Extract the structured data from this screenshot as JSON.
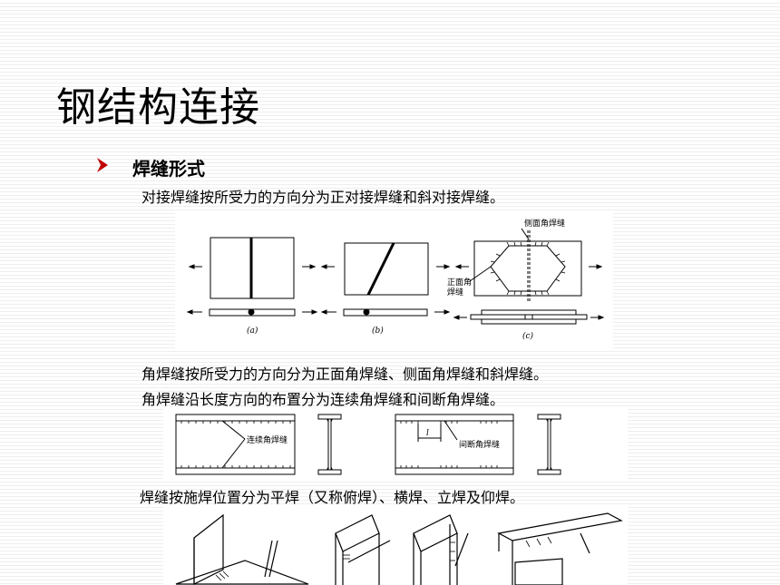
{
  "title": "钢结构连接",
  "heading": "焊缝形式",
  "lines": {
    "line1": "对接焊缝按所受力的方向分为正对接焊缝和斜对接焊缝。",
    "line2": "角焊缝按所受力的方向分为正面角焊缝、侧面角焊缝和斜焊缝。",
    "line3": "角焊缝沿长度方向的布置分为连续角焊缝和间断角焊缝。",
    "line4": "焊缝按施焊位置分为平焊（又称俯焊）、横焊、立焊及仰焊。"
  },
  "figure1": {
    "label_a": "(a)",
    "label_b": "(b)",
    "label_c": "(c)",
    "side_weld": "侧面角焊缝",
    "front_weld_1": "正面角",
    "front_weld_2": "焊缝"
  },
  "figure2": {
    "continuous": "连续角焊缝",
    "intermittent": "间断角焊缝",
    "length_symbol": "l"
  }
}
